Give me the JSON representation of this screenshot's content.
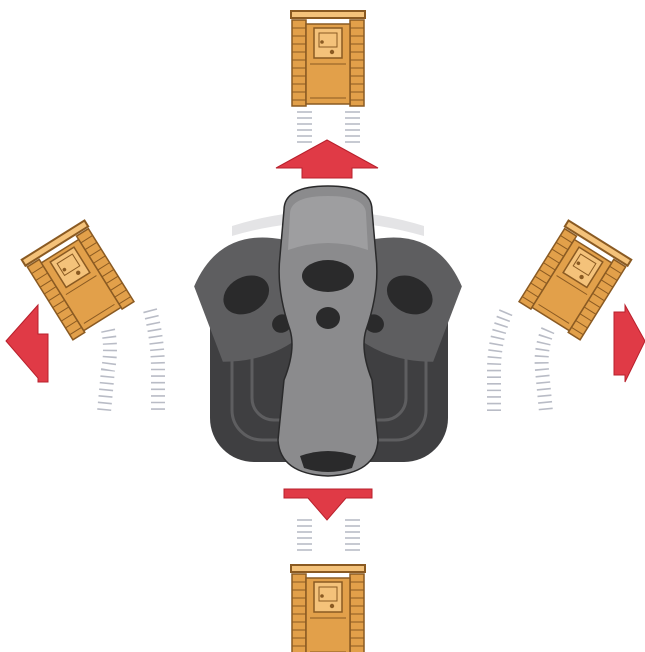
{
  "colors": {
    "background": "#ffffff",
    "arrow": "#e03a46",
    "arrow_edge": "#b8202c",
    "dozer_body": "#e2a04a",
    "dozer_dark": "#8a5a22",
    "dozer_light": "#f4c27a",
    "track_mark": "#b9bcc6",
    "joystick_base": "#3f3f41",
    "joystick_mid": "#5e5e60",
    "joystick_light": "#8b8b8d",
    "joystick_dark": "#2a2a2b",
    "joystick_rim": "#e4e4e6"
  },
  "diagram": {
    "center_control": {
      "icon": "joystick-icon"
    },
    "directions": [
      {
        "id": "forward",
        "arrow_icon": "arrow-up-icon",
        "machine_icon": "bulldozer-icon"
      },
      {
        "id": "reverse",
        "arrow_icon": "arrow-down-icon",
        "machine_icon": "bulldozer-icon"
      },
      {
        "id": "turn-left",
        "arrow_icon": "arrow-left-icon",
        "machine_icon": "bulldozer-icon"
      },
      {
        "id": "turn-right",
        "arrow_icon": "arrow-right-icon",
        "machine_icon": "bulldozer-icon"
      }
    ]
  }
}
